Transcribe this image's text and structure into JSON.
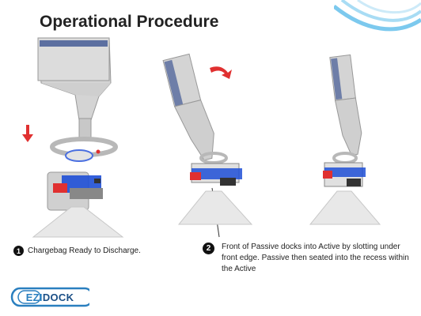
{
  "slide": {
    "title": "Operational Procedure"
  },
  "steps": [
    {
      "number": "1",
      "text": "Chargebag Ready to Discharge."
    },
    {
      "number": "2",
      "text": "Front of Passive docks into Active by slotting under front edge. Passive then seated into the recess within the Active"
    }
  ],
  "logo": {
    "part1": "EZI",
    "part2": "DOCK"
  },
  "colors": {
    "arrow": "#e03030",
    "accent_blue": "#1e4fd6",
    "logo_blue": "#2a7fbf",
    "swoosh": "#5db9e6"
  }
}
